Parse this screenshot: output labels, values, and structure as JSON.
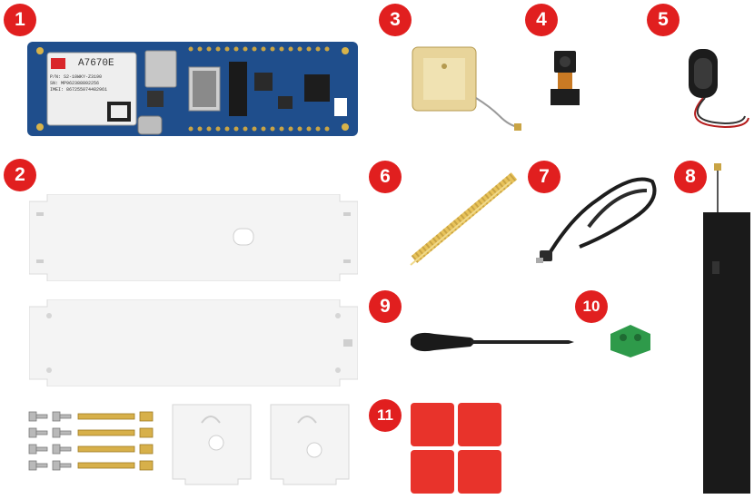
{
  "badges": [
    "1",
    "2",
    "3",
    "4",
    "5",
    "6",
    "7",
    "8",
    "9",
    "10",
    "11"
  ],
  "board": {
    "module_name": "A7670E",
    "module_lines": [
      "P/N: S2-10WKY-Z3190",
      "SN: MP962388802256",
      "IMEI: 867255074482961"
    ]
  },
  "colors": {
    "badge_red": "#e11f1f",
    "board_blue": "#1f4e8c",
    "acrylic": "#f4f4f4",
    "header_gold": "#e8c35a",
    "terminal_green": "#2e9a4a",
    "pad_red": "#e8332b"
  }
}
